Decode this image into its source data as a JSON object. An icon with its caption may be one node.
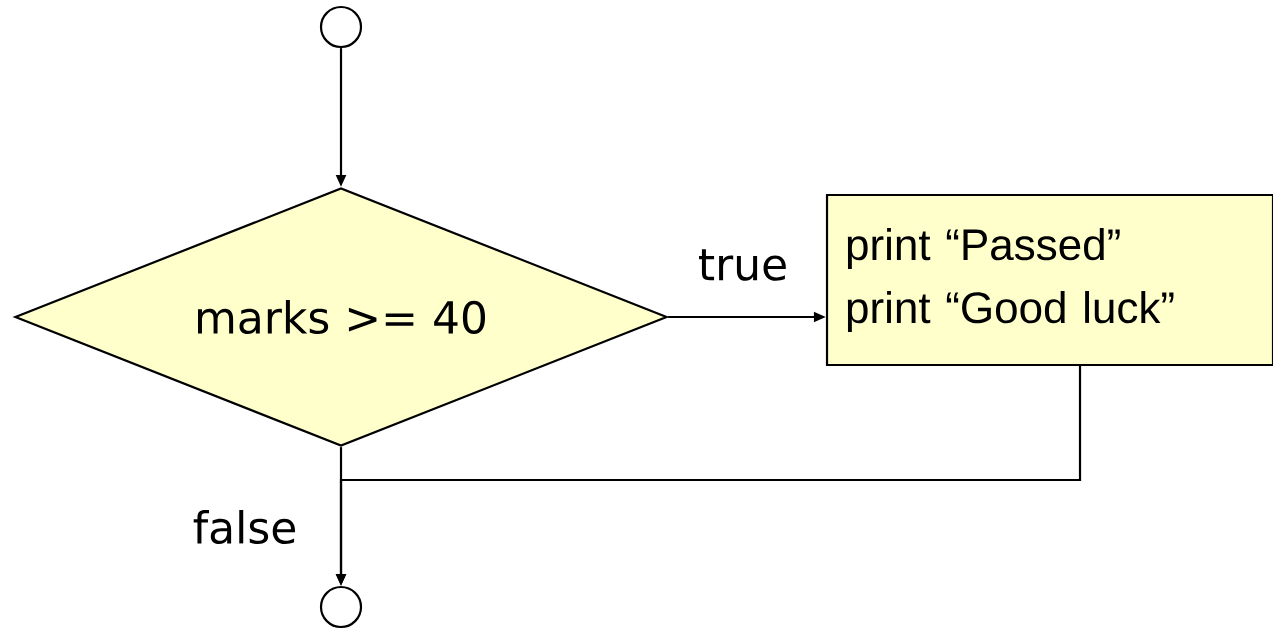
{
  "diagram": {
    "nodes": [
      {
        "text": [],
        "shape": "circle"
      },
      {
        "text": [
          "marks >= 40"
        ]
      },
      {
        "text": [
          "print “Passed”",
          "print “Good luck”"
        ]
      },
      {
        "text": [],
        "shape": "circle"
      }
    ],
    "edges": [
      {
        "from": 0,
        "to": 1,
        "arrow": "to"
      },
      {
        "from": 1,
        "to": 2,
        "arrow": "to",
        "label": "true"
      },
      {
        "from": 1,
        "to": 3,
        "arrow": "to",
        "label": "false"
      },
      {
        "from": 2,
        "to": 3,
        "arrow": "to"
      }
    ]
  }
}
